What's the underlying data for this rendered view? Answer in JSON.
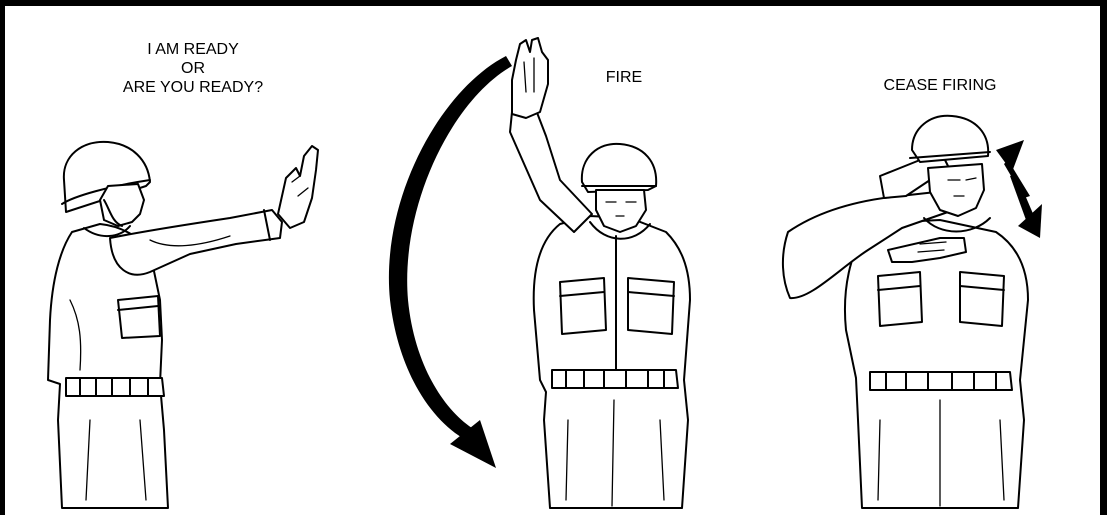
{
  "signals": [
    {
      "id": "ready",
      "lines": [
        "I AM READY",
        "OR",
        "ARE YOU READY?"
      ]
    },
    {
      "id": "fire",
      "lines": [
        "FIRE"
      ]
    },
    {
      "id": "cease",
      "lines": [
        "CEASE FIRING"
      ]
    }
  ],
  "colors": {
    "ink": "#000000",
    "paper": "#ffffff"
  },
  "icons": [
    "downward-curved-arrow-icon",
    "double-headed-arrow-icon"
  ]
}
